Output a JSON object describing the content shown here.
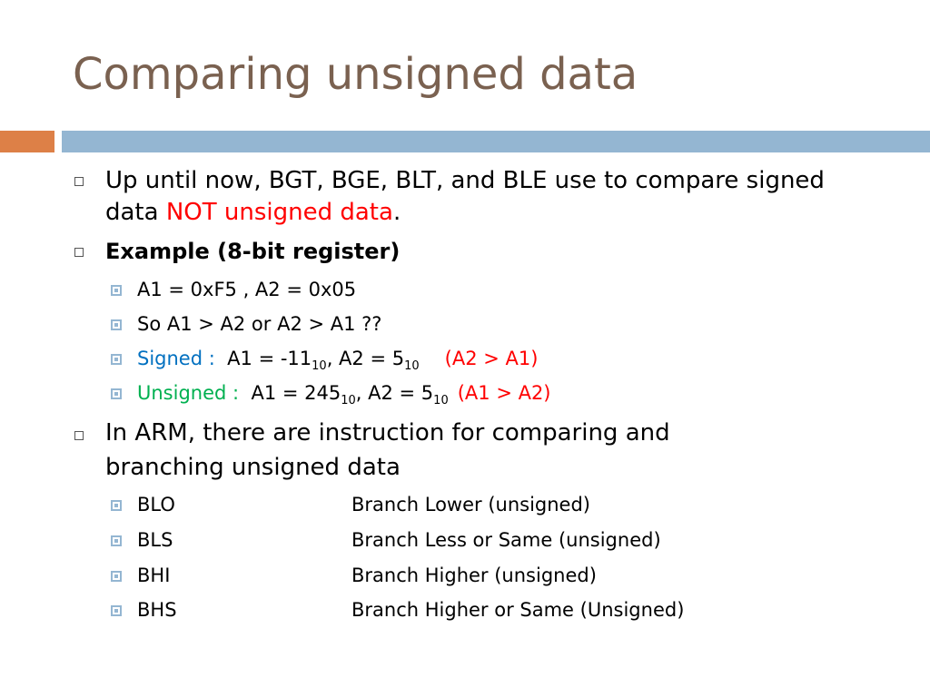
{
  "slide": {
    "title": "Comparing unsigned data"
  },
  "bullets": {
    "b1": {
      "line1": "Up until now, BGT, BGE, BLT, and BLE use to compare signed",
      "line2_start": "data ",
      "line2_highlight": "NOT unsigned data",
      "line2_end": "."
    },
    "b2": {
      "label": "Example (8-bit register)",
      "items": {
        "i1": "A1 = 0xF5 , A2 = 0x05",
        "i2": "So  A1 > A2   or  A2 > A1 ??",
        "signed": {
          "label": "Signed :",
          "a1": "A1 = -11",
          "a1_base": "10",
          "sep": ",  A2 = 5",
          "a2_base": "10",
          "result": "(A2  > A1)"
        },
        "unsigned": {
          "label": "Unsigned :",
          "a1": "A1 = 245",
          "a1_base": "10",
          "sep": ", A2 = 5",
          "a2_base": "10",
          "result": "(A1  > A2)"
        }
      }
    },
    "b3": {
      "line1": "In ARM, there are instruction for comparing and",
      "line2": "branching unsigned data",
      "instructions": [
        {
          "mnemonic": "BLO",
          "description": "Branch Lower (unsigned)"
        },
        {
          "mnemonic": "BLS",
          "description": "Branch Less or Same (unsigned)"
        },
        {
          "mnemonic": "BHI",
          "description": "Branch Higher (unsigned)"
        },
        {
          "mnemonic": "BHS",
          "description": "Branch Higher or Same (Unsigned)"
        }
      ]
    }
  },
  "colors": {
    "title": "#7a6150",
    "accent_orange": "#dd8047",
    "accent_blue": "#94b6d2",
    "highlight_red": "#ff0000",
    "signed_blue": "#0070c0",
    "unsigned_green": "#00b050"
  },
  "icons": {
    "level1_bullet": "hollow-square-bullet-icon",
    "level2_bullet": "blue-square-bullet-icon"
  }
}
